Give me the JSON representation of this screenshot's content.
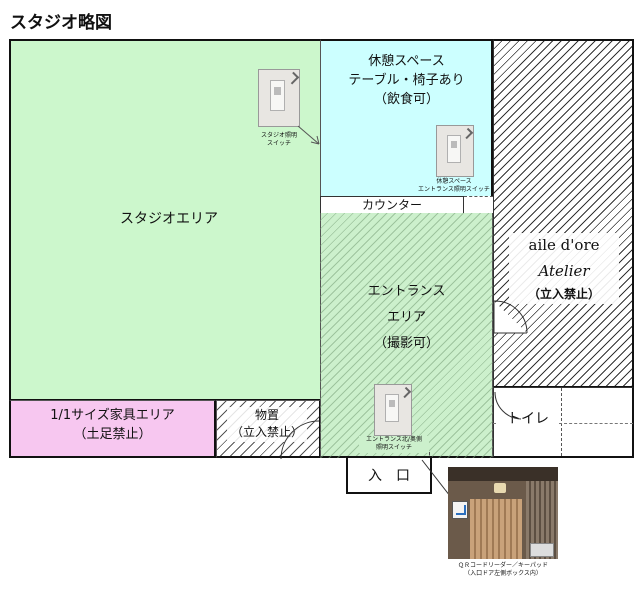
{
  "title": "スタジオ略図",
  "rooms": {
    "studio": "スタジオエリア",
    "rest": [
      "休憩スペース",
      "テーブル・椅子あり",
      "（飲食可）"
    ],
    "counter": "カウンター",
    "entrance": [
      "エントランス",
      "エリア",
      "（撮影可）"
    ],
    "atelier": [
      "aile d'ore",
      "Atelier",
      "（立入禁止）"
    ],
    "furniture": [
      "1/1サイズ家具エリア",
      "（土足禁止）"
    ],
    "storage": [
      "物置",
      "（立入禁止）"
    ],
    "toilet": "トイレ",
    "entry": "入　口"
  },
  "switches": {
    "studio": [
      "スタジオ照明",
      "スイッチ"
    ],
    "rest": [
      "休憩スペース",
      "エントランス照明スイッチ"
    ],
    "entrance": [
      "エントランス北/奥側",
      "照明スイッチ"
    ]
  },
  "keypad": [
    "ＱＲコードリーダー／キーパッド",
    "（入口ドア左側ボックス内）"
  ],
  "colors": {
    "studio": "#ccf7cc",
    "rest": "#ccffff",
    "entrance": "#ccf0cc",
    "furniture": "#f7c7f0",
    "wall": "#111111"
  }
}
